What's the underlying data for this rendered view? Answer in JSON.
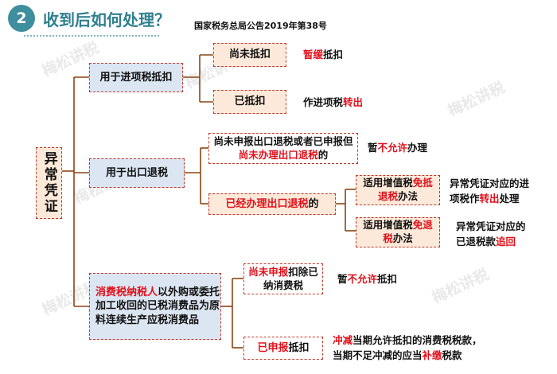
{
  "header": {
    "step_number": "2",
    "title": "收到后如何处理？",
    "reference": "国家税务总局公告2019年第38号"
  },
  "watermark": "梅松讲税",
  "root": {
    "label": "异常凭证"
  },
  "branches": [
    {
      "label": "用于进项税抵扣",
      "children": [
        {
          "box": [
            {
              "t": "尚未抵扣"
            }
          ],
          "note": [
            [
              {
                "t": "暂缓",
                "r": true
              },
              {
                "t": "抵扣"
              }
            ]
          ]
        },
        {
          "box": [
            {
              "t": "已抵扣"
            }
          ],
          "note": [
            [
              {
                "t": "作进项税"
              },
              {
                "t": "转出",
                "r": true
              }
            ]
          ]
        }
      ]
    },
    {
      "label": "用于出口退税",
      "children": [
        {
          "box": [
            {
              "t": "尚未申报出口退税或者已申"
            },
            {
              "t": "报但"
            },
            {
              "t": "尚未办理出口退税",
              "r": true
            },
            {
              "t": "的"
            }
          ],
          "note": [
            [
              {
                "t": "暂"
              },
              {
                "t": "不允许",
                "r": true
              },
              {
                "t": "办理"
              }
            ]
          ]
        },
        {
          "box": [
            {
              "t": "已经办理出口退税",
              "r": true
            },
            {
              "t": "的"
            }
          ],
          "children": [
            {
              "box": [
                {
                  "t": "适用增值税"
                },
                {
                  "t": "免抵退税",
                  "r": true
                },
                {
                  "t": "办法"
                }
              ],
              "note": [
                [
                  {
                    "t": "异常凭证对应的进"
                  }
                ],
                [
                  {
                    "t": "项税作"
                  },
                  {
                    "t": "转出",
                    "r": true
                  },
                  {
                    "t": "处理"
                  }
                ]
              ]
            },
            {
              "box": [
                {
                  "t": "适用增值税"
                },
                {
                  "t": "免退",
                  "r": true
                },
                {
                  "t": "税",
                  "r": true
                },
                {
                  "t": "办法"
                }
              ],
              "note": [
                [
                  {
                    "t": "异常凭证对应的"
                  }
                ],
                [
                  {
                    "t": "已退税款"
                  },
                  {
                    "t": "追回",
                    "r": true
                  }
                ]
              ]
            }
          ]
        }
      ]
    },
    {
      "label": [
        {
          "t": "消费税纳税人",
          "r": true
        },
        {
          "t": "以外购或委托加工收回的已税消费品为原料连续生产应税消费品"
        }
      ],
      "children": [
        {
          "box": [
            {
              "t": "尚未申报",
              "r": true
            },
            {
              "t": "扣除已纳消费税"
            }
          ],
          "note": [
            [
              {
                "t": "暂"
              },
              {
                "t": "不允许",
                "r": true
              },
              {
                "t": "抵扣"
              }
            ]
          ]
        },
        {
          "box": [
            {
              "t": "已申报",
              "r": true
            },
            {
              "t": "抵扣"
            }
          ],
          "note": [
            [
              {
                "t": "冲减",
                "r": true
              },
              {
                "t": "当期允许抵扣的消费税税款，"
              }
            ],
            [
              {
                "t": "当期不足冲减的应当"
              },
              {
                "t": "补缴",
                "r": true
              },
              {
                "t": "税款"
              }
            ]
          ]
        }
      ]
    }
  ],
  "colors": {
    "connector": "#8b4513",
    "dash": "#c0392b",
    "accent": "#e0101a",
    "badge": "#3e8e9e",
    "blue_fill": "#dce6f2",
    "peach_fill": "#fde9d9"
  }
}
